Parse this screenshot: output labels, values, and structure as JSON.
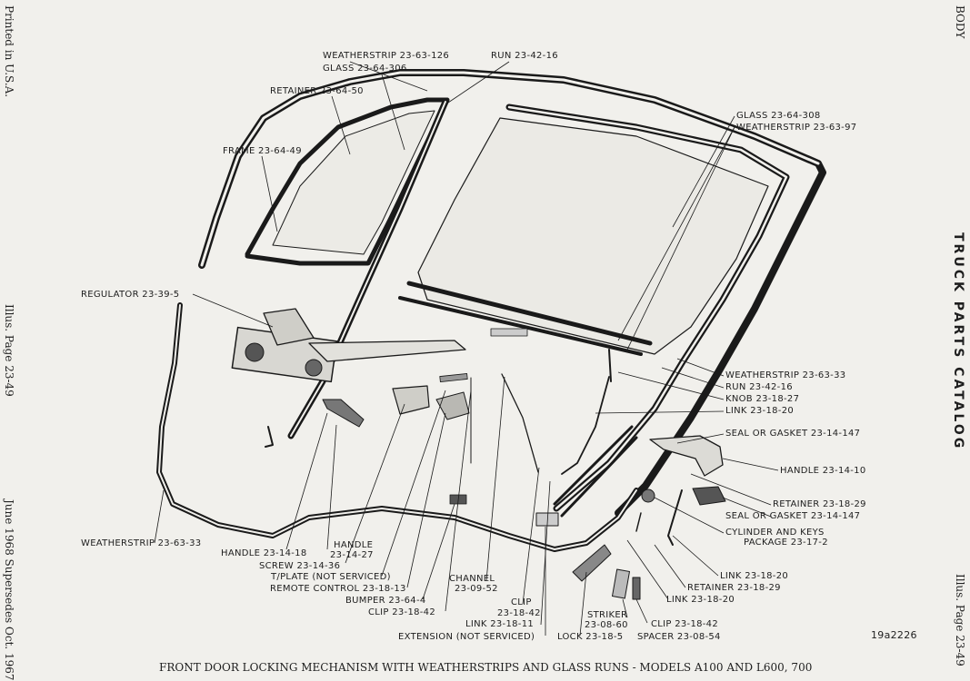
{
  "margin": {
    "printed": "Printed in U.S.A.",
    "illus_page_left": "Illus. Page 23-49",
    "supersedes": "June 1968 Supersedes Oct. 1967",
    "body": "BODY",
    "catalog": "TRUCK PARTS CATALOG",
    "illus_page_right": "Illus. Page 23-49"
  },
  "caption": "FRONT DOOR LOCKING MECHANISM WITH WEATHERSTRIPS AND GLASS RUNS - MODELS A100 AND L600, 700",
  "ref_code": "19a2226",
  "labels": {
    "weatherstrip_126": "WEATHERSTRIP 23-63-126",
    "glass_306": "GLASS 23-64-306",
    "run_16_top": "RUN 23-42-16",
    "retainer_50": "RETAINER 23-64-50",
    "frame_49": "FRAME 23-64-49",
    "glass_308": "GLASS 23-64-308",
    "weatherstrip_97": "WEATHERSTRIP 23-63-97",
    "regulator": "REGULATOR 23-39-5",
    "weatherstrip_33_r": "WEATHERSTRIP 23-63-33",
    "run_16_r": "RUN 23-42-16",
    "knob": "KNOB 23-18-27",
    "link_20_a": "LINK 23-18-20",
    "seal_147_a": "SEAL OR GASKET 23-14-147",
    "handle_10": "HANDLE 23-14-10",
    "retainer_29_a": "RETAINER 23-18-29",
    "seal_147_b": "SEAL OR GASKET 23-14-147",
    "cylinder": "CYLINDER AND KEYS",
    "package": "PACKAGE 23-17-2",
    "link_20_b": "LINK 23-18-20",
    "retainer_29_b": "RETAINER 23-18-29",
    "link_20_c": "LINK 23-18-20",
    "weatherstrip_33_l": "WEATHERSTRIP 23-63-33",
    "handle_18": "HANDLE 23-14-18",
    "handle_27": "HANDLE",
    "handle_27_num": "23-14-27",
    "screw": "SCREW 23-14-36",
    "tplate": "T/PLATE (NOT SERVICED)",
    "remote": "REMOTE CONTROL 23-18-13",
    "bumper": "BUMPER 23-64-4",
    "clip_42_a": "CLIP 23-18-42",
    "channel": "CHANNEL",
    "channel_num": "23-09-52",
    "clip_42_b": "CLIP",
    "clip_42_b_num": "23-18-42",
    "link_11": "LINK 23-18-11",
    "extension": "EXTENSION (NOT SERVICED)",
    "lock": "LOCK 23-18-5",
    "striker": "STRIKER",
    "striker_num": "23-08-60",
    "spacer": "SPACER 23-08-54",
    "clip_42_c": "CLIP 23-18-42"
  }
}
